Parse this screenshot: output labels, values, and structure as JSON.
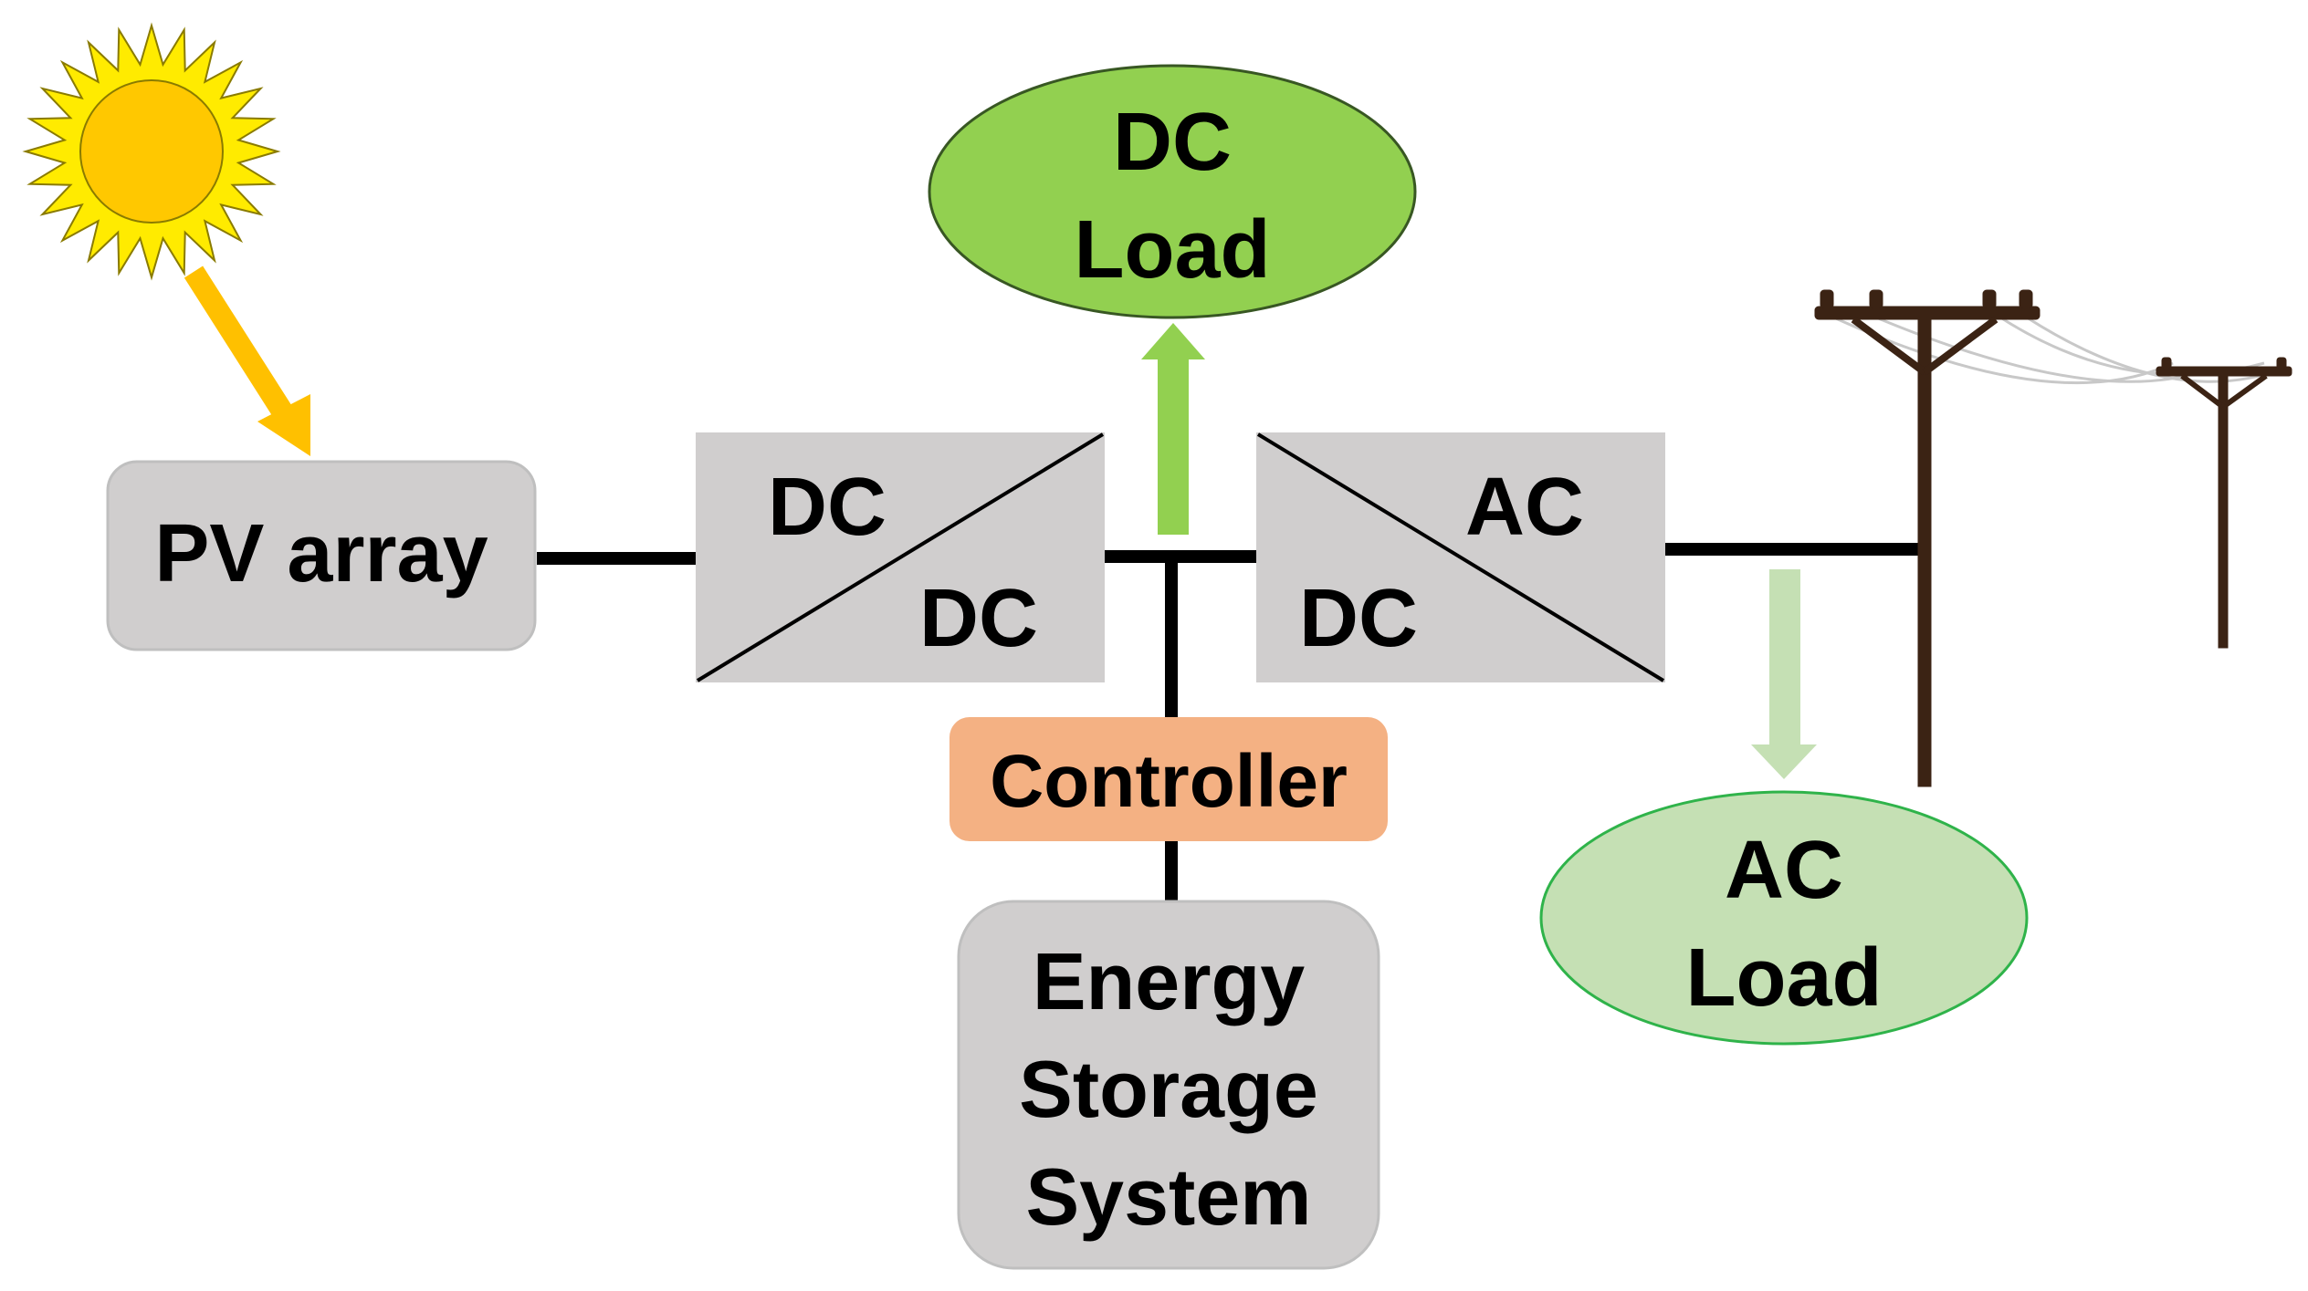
{
  "nodes": {
    "pv_array": {
      "label": "PV array"
    },
    "dcdc_converter": {
      "top_label": "DC",
      "bottom_label": "DC"
    },
    "dcac_inverter": {
      "top_label": "AC",
      "bottom_label": "DC"
    },
    "dc_load": {
      "line1": "DC",
      "line2": "Load"
    },
    "ac_load": {
      "line1": "AC",
      "line2": "Load"
    },
    "controller": {
      "label": "Controller"
    },
    "energy_storage": {
      "line1": "Energy",
      "line2": "Storage",
      "line3": "System"
    }
  },
  "icons": {
    "sun": "sun-icon",
    "utility_grid": "utility-pole-icon"
  },
  "colors": {
    "sun_outer": "#ffeb00",
    "sun_inner": "#ffc800",
    "sun_arrow": "#ffc000",
    "box_gray": "#d0cece",
    "dc_load_fill": "#92d050",
    "dc_arrow": "#92d050",
    "ac_load_fill": "#c5e0b4",
    "ac_arrow": "#c5e0b4",
    "controller_fill": "#f4b183",
    "wire": "#000000",
    "pole": "#3b2314"
  }
}
